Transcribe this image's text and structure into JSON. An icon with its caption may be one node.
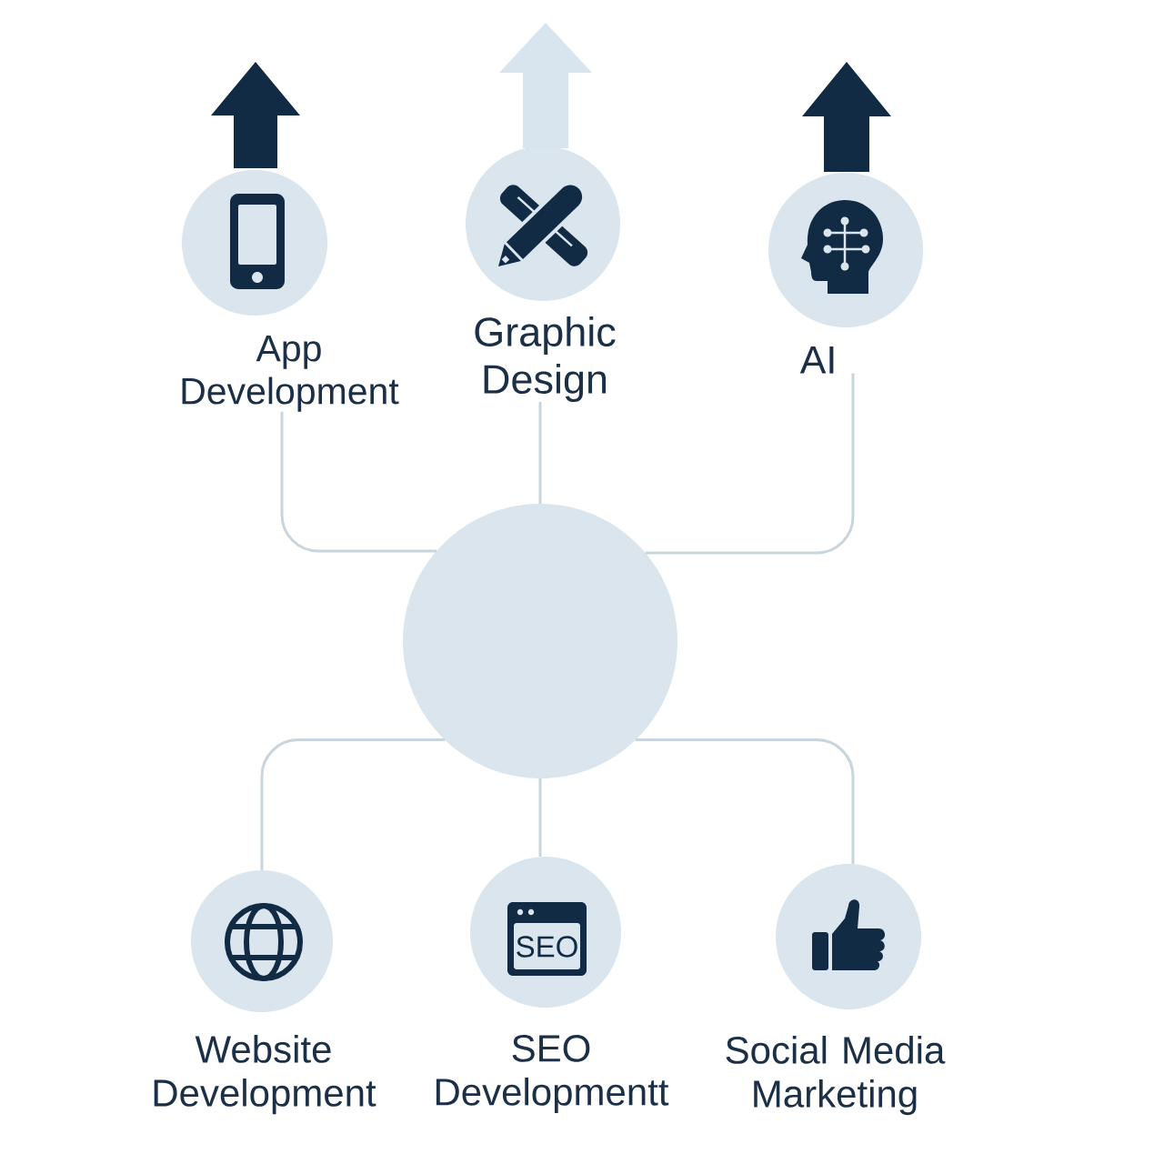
{
  "diagram": {
    "nodes": [
      {
        "text": [
          "App Development"
        ]
      },
      {
        "text": [
          "Graphic Design"
        ]
      },
      {
        "text": [
          "AI"
        ]
      },
      {
        "text": [],
        "shape": "circle"
      },
      {
        "text": [
          "Website Development"
        ]
      },
      {
        "text": [
          "SEO",
          "SEO Developmentt"
        ]
      },
      {
        "text": [
          "Social Media Marketing"
        ]
      }
    ],
    "edges": [
      {
        "from": 3,
        "to": 0,
        "arrow": "none"
      },
      {
        "from": 3,
        "to": 1,
        "arrow": "none"
      },
      {
        "from": 3,
        "to": 2,
        "arrow": "none"
      },
      {
        "from": 3,
        "to": 4,
        "arrow": "none"
      },
      {
        "from": 3,
        "to": 5,
        "arrow": "none"
      },
      {
        "from": 3,
        "to": 6,
        "arrow": "none"
      }
    ]
  }
}
